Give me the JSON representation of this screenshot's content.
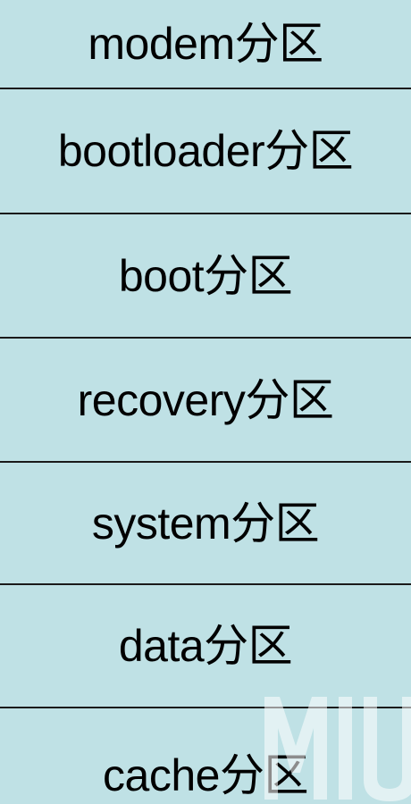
{
  "partitions": [
    {
      "label": "modem分区"
    },
    {
      "label": "bootloader分区"
    },
    {
      "label": "boot分区"
    },
    {
      "label": "recovery分区"
    },
    {
      "label": "system分区"
    },
    {
      "label": "data分区"
    },
    {
      "label": "cache分区"
    }
  ],
  "colors": {
    "background": "#bfe1e5",
    "divider": "#1a1a1a",
    "text": "#000000",
    "watermark": "#ffffff"
  },
  "watermark": {
    "text": "MIUI"
  }
}
